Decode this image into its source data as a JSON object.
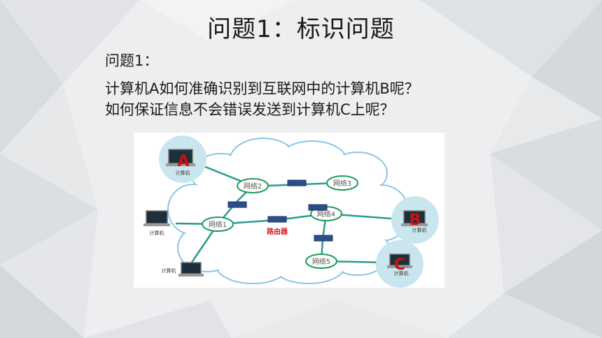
{
  "slide": {
    "title": "问题1：标识问题",
    "label": "问题1：",
    "line1": "计算机A如何准确识别到互联网中的计算机B呢？",
    "line2": "如何保证信息不会错误发送到计算机C上呢？"
  },
  "diagram": {
    "networks": [
      "网络1",
      "网络2",
      "网络3",
      "网络4",
      "网络5"
    ],
    "router_label": "路由器",
    "computer_label": "计算机",
    "marker_a": "A",
    "marker_b": "B",
    "marker_c": "C"
  },
  "colors": {
    "marker": "#cc1010",
    "router_label": "#d42020",
    "link": "#2a9a8e",
    "router": "#2c4f8c"
  }
}
